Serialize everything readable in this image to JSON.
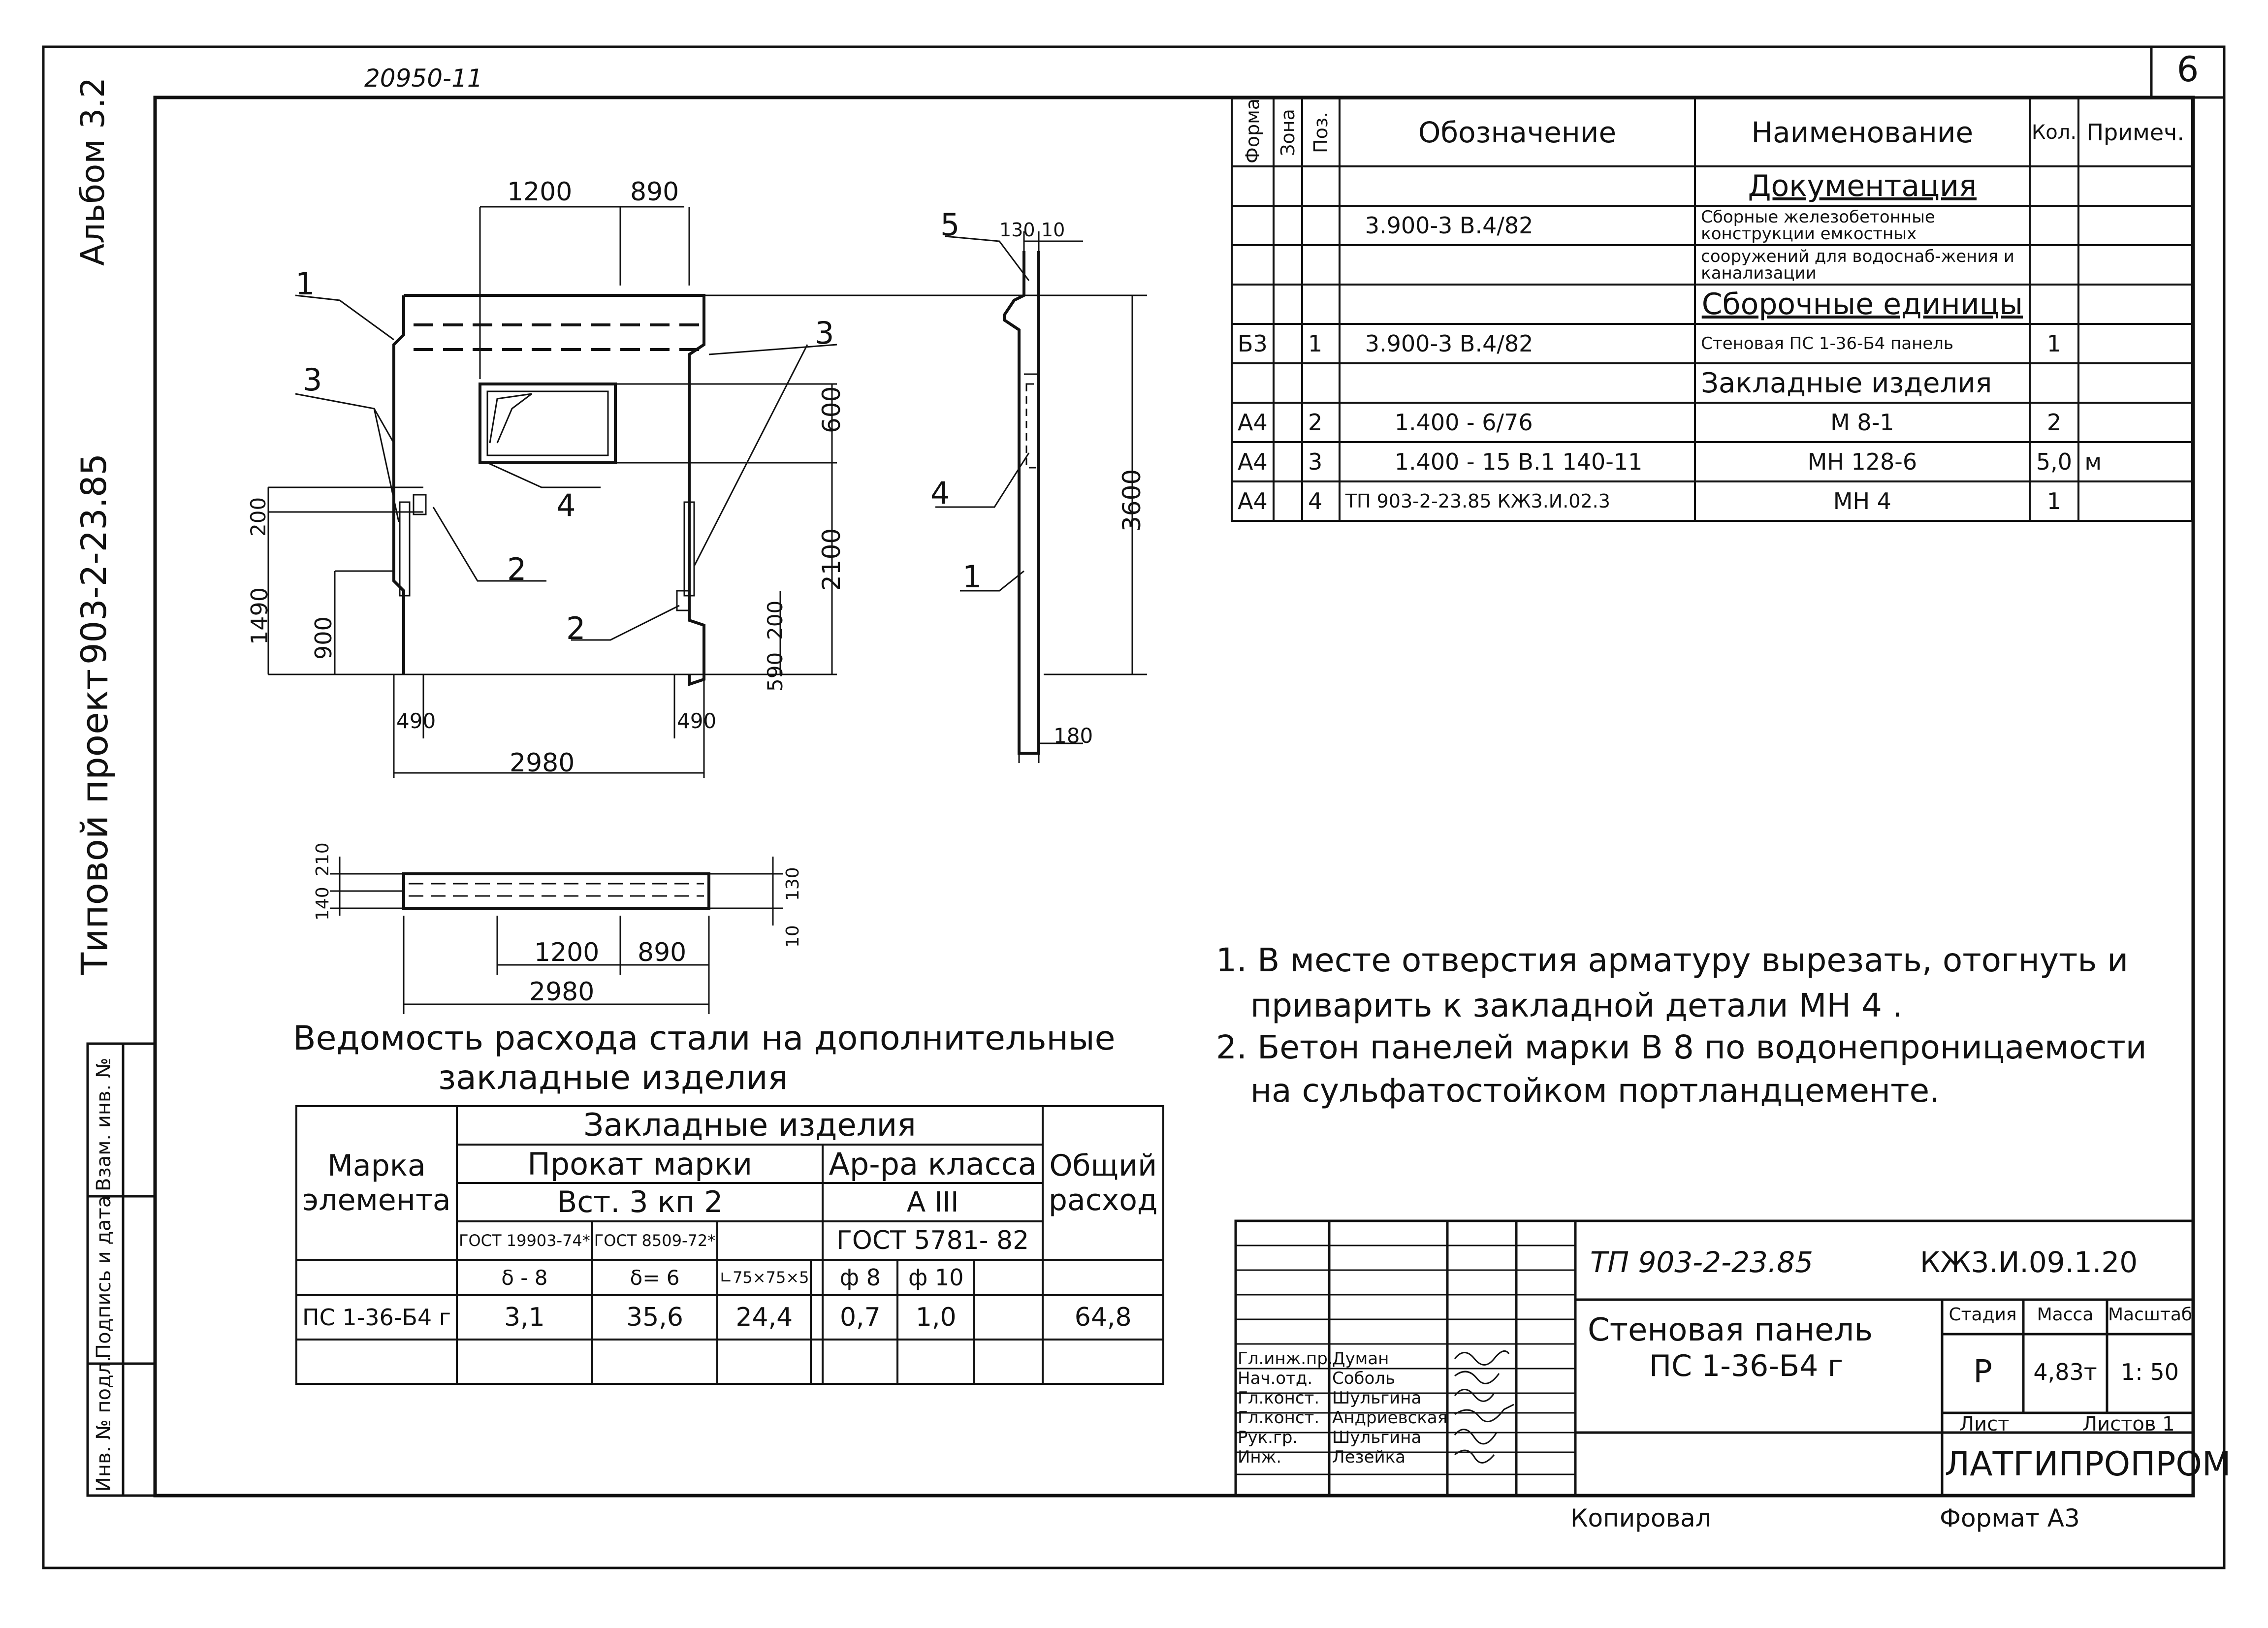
{
  "header": {
    "doc_no": "20950-11",
    "sheet": "6"
  },
  "left_margin": {
    "album": "Альбом 3.2",
    "project_label": "Типовой проект",
    "project_no": "903-2-23.85",
    "stamp_fields": [
      "Инв. № подл.",
      "Подпись и дата",
      "Взам. инв. №"
    ]
  },
  "front_view": {
    "dims": [
      "1200",
      "890",
      "600",
      "2100",
      "3600",
      "200",
      "1490",
      "900",
      "490",
      "490",
      "590",
      "200",
      "2980"
    ],
    "callouts": [
      "1",
      "3",
      "3",
      "4",
      "2",
      "2"
    ]
  },
  "side_view": {
    "dims": [
      "130",
      "10",
      "3600",
      "180"
    ],
    "callouts": [
      "5",
      "4",
      "1"
    ]
  },
  "plan_view": {
    "dims": [
      "210",
      "140",
      "130",
      "10",
      "1200",
      "890",
      "2980"
    ]
  },
  "spec_table": {
    "headers": [
      "Формат",
      "Зона",
      "Поз.",
      "Обозначение",
      "Наименование",
      "Кол.",
      "Примеч."
    ],
    "rows": [
      {
        "fmt": "",
        "zone": "",
        "pos": "",
        "code": "",
        "name": "Документация",
        "qty": "",
        "note": "",
        "section": true
      },
      {
        "fmt": "",
        "zone": "",
        "pos": "",
        "code": "3.900-3   В.4/82",
        "name": "Сборные железобетонные конструкции емкостных",
        "qty": "",
        "note": ""
      },
      {
        "fmt": "",
        "zone": "",
        "pos": "",
        "code": "",
        "name": "сооружений для водоснаб-жения и канализации",
        "qty": "",
        "note": ""
      },
      {
        "fmt": "",
        "zone": "",
        "pos": "",
        "code": "",
        "name": "Сборочные единицы",
        "qty": "",
        "note": "",
        "section": true
      },
      {
        "fmt": "Б3",
        "zone": "",
        "pos": "1",
        "code": "3.900-3  В.4/82",
        "name": "Стеновая ПС 1-36-Б4 панель",
        "qty": "1",
        "note": ""
      },
      {
        "fmt": "",
        "zone": "",
        "pos": "",
        "code": "",
        "name": "Закладные изделия",
        "qty": "",
        "note": "",
        "section": true
      },
      {
        "fmt": "А4",
        "zone": "",
        "pos": "2",
        "code": "1.400 - 6/76",
        "name": "М 8-1",
        "qty": "2",
        "note": ""
      },
      {
        "fmt": "А4",
        "zone": "",
        "pos": "3",
        "code": "1.400 - 15 В.1  140-11",
        "name": "МН 128-6",
        "qty": "5,0",
        "note": "м"
      },
      {
        "fmt": "А4",
        "zone": "",
        "pos": "4",
        "code": "ТП 903-2-23.85 КЖ3.И.02.3",
        "name": "МН 4",
        "qty": "1",
        "note": ""
      }
    ]
  },
  "notes": [
    "1. В месте отверстия арматуру вырезать, отогнуть и",
    "приварить к закладной детали МН 4 .",
    "2. Бетон панелей марки В 8 по водонепроницаемости",
    "на сульфатостойком портландцементе."
  ],
  "steel_table": {
    "title_1": "Ведомость расхода стали на дополнительные",
    "title_2": "закладные изделия",
    "h_group": "Закладные изделия",
    "h_prokat": "Прокат марки",
    "h_arm": "Ар-ра класса",
    "h_vst": "Вст. 3 кп 2",
    "h_aiii": "А III",
    "h_mark": "Марка элемента",
    "h_total": "Общий расход",
    "h_gost1": "ГОСТ 19903-74*",
    "h_gost2": "ГОСТ 8509-72*",
    "h_gost3": "ГОСТ 5781- 82",
    "h_d8": "δ - 8",
    "h_d6": "δ= 6",
    "h_ang": "∟75×75×5",
    "h_f8": "ф 8",
    "h_f10": "ф 10",
    "row": {
      "mark": "ПС 1-36-Б4 г",
      "v1": "3,1",
      "v2": "35,6",
      "v3": "24,4",
      "v4": "0,7",
      "v5": "1,0",
      "total": "64,8"
    }
  },
  "title_block": {
    "project": "ТП 903-2-23.85",
    "code": "КЖ3.И.09.1.20",
    "title_1": "Стеновая панель",
    "title_2": "ПС 1-36-Б4 г",
    "h_stage": "Стадия",
    "h_mass": "Масса",
    "h_scale": "Масштаб",
    "stage": "Р",
    "mass": "4,83т",
    "scale": "1: 50",
    "sheet_label": "Лист",
    "sheets_label": "Листов  1",
    "org": "ЛАТГИПРОПРОМ",
    "people": [
      {
        "role": "Гл.инж.пр.",
        "name": "Думан"
      },
      {
        "role": "Нач.отд.",
        "name": "Соболь"
      },
      {
        "role": "Гл.конст.",
        "name": "Шульгина"
      },
      {
        "role": "Гл.конст.",
        "name": "Андриевская"
      },
      {
        "role": "Рук.гр.",
        "name": "Шульгина"
      },
      {
        "role": "Инж.",
        "name": "Лезейка"
      }
    ],
    "copied": "Копировал",
    "format": "Формат А3"
  }
}
